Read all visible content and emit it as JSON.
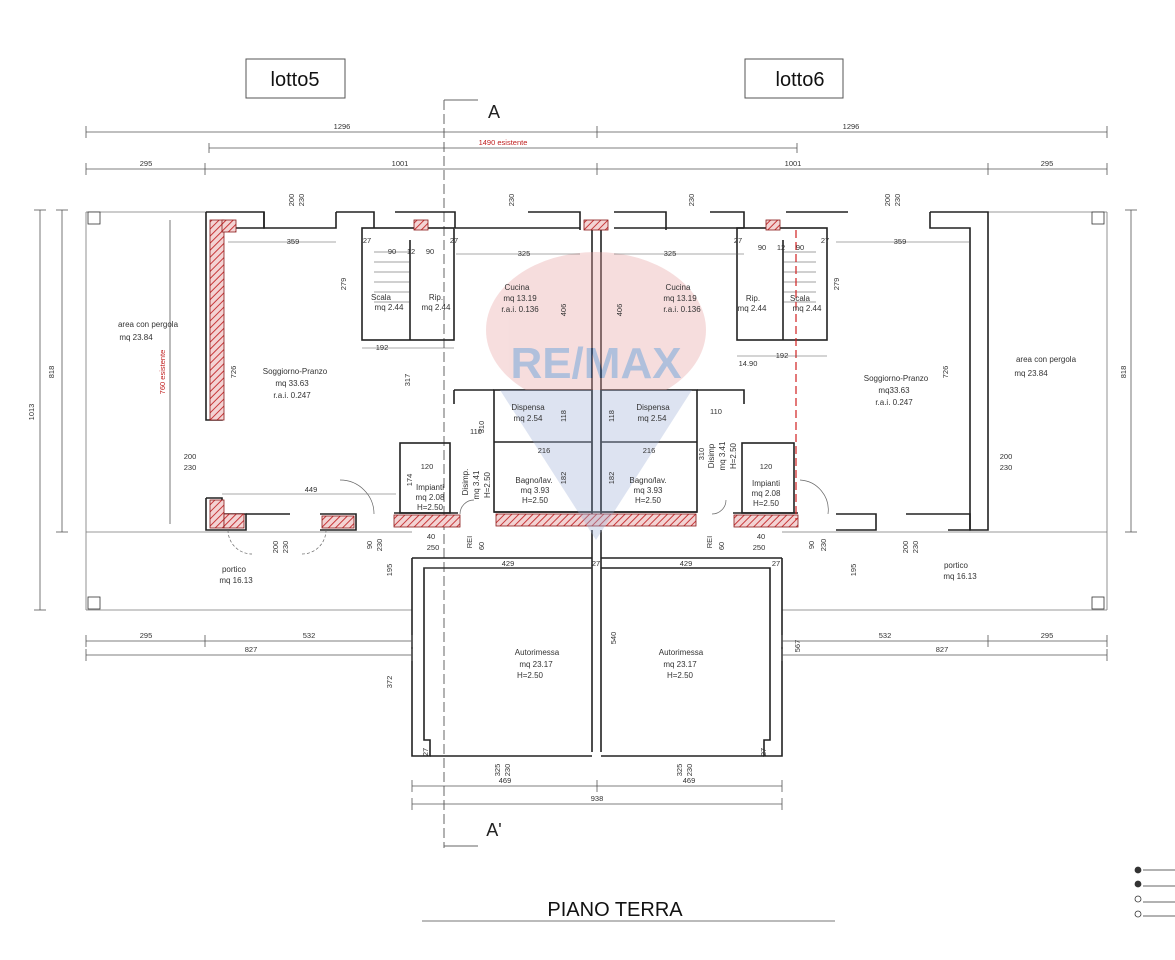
{
  "header": {
    "lot_left": "lotto5",
    "lot_right": "lotto6",
    "section_top": "A",
    "section_bottom": "A'"
  },
  "plan_title": "PIANO TERRA",
  "top_dims": {
    "half_left": "1296",
    "half_right": "1296",
    "existing": "1490 esistente",
    "side_left": "295",
    "mid_left": "1001",
    "mid_right": "1001",
    "side_right": "295"
  },
  "side_dims": {
    "total_left": "1013",
    "left_818": "818",
    "right_818": "818",
    "existing_760": "760 esistente"
  },
  "bottom_dims": {
    "left_295": "295",
    "left_532": "532",
    "left_827": "827",
    "right_532": "532",
    "right_295": "295",
    "right_827": "827",
    "left_469": "469",
    "right_469": "469",
    "total_938": "938"
  },
  "rooms": {
    "pergola_left": {
      "name": "area con pergola",
      "area": "mq 23.84"
    },
    "pergola_right": {
      "name": "area con pergola",
      "area": "mq 23.84"
    },
    "soggiorno_left": {
      "name": "Soggiorno-Pranzo",
      "area": "mq 33.63",
      "rai": "r.a.i. 0.247"
    },
    "soggiorno_right": {
      "name": "Soggiorno-Pranzo",
      "area": "mq33.63",
      "rai": "r.a.i. 0.247"
    },
    "cucina_left": {
      "name": "Cucina",
      "area": "mq 13.19",
      "rai": "r.a.i. 0.136"
    },
    "cucina_right": {
      "name": "Cucina",
      "area": "mq 13.19",
      "rai": "r.a.i. 0.136"
    },
    "scala_left": {
      "name": "Scala",
      "area": "mq 2.44"
    },
    "rip_left": {
      "name": "Rip.",
      "area": "mq 2.44"
    },
    "rip_right": {
      "name": "Rip.",
      "area": "mq 2.44"
    },
    "scala_right": {
      "name": "Scala",
      "area": "mq 2.44"
    },
    "dispensa_left": {
      "name": "Dispensa",
      "area": "mq 2.54"
    },
    "dispensa_right": {
      "name": "Dispensa",
      "area": "mq 2.54"
    },
    "bagno_left": {
      "name": "Bagno/lav.",
      "area": "mq 3.93",
      "h": "H=2.50"
    },
    "bagno_right": {
      "name": "Bagno/lav.",
      "area": "mq 3.93",
      "h": "H=2.50"
    },
    "impianti_left": {
      "name": "Impianti",
      "area": "mq 2.08",
      "h": "H=2.50"
    },
    "impianti_right": {
      "name": "Impianti",
      "area": "mq 2.08",
      "h": "H=2.50"
    },
    "disimp_left": {
      "name": "Disimp.",
      "area": "mq 3.41",
      "h": "H=2.50"
    },
    "disimp_right": {
      "name": "Disimp",
      "area": "mq 3.41",
      "h": "H=2.50"
    },
    "portico_left": {
      "name": "portico",
      "area": "mq 16.13"
    },
    "portico_right": {
      "name": "portico",
      "area": "mq 16.13"
    },
    "autorimessa_left": {
      "name": "Autorimessa",
      "area": "mq 23.17",
      "h": "H=2.50"
    },
    "autorimessa_right": {
      "name": "Autorimessa",
      "area": "mq 23.17",
      "h": "H=2.50"
    }
  },
  "inner_dims": {
    "d359": "359",
    "d325": "325",
    "d192": "192",
    "d449": "449",
    "d120": "120",
    "d110": "110",
    "d216": "216",
    "d429": "429",
    "d726": "726",
    "d279": "279",
    "d317": "317",
    "d406": "406",
    "d118": "118",
    "d182": "182",
    "d310": "310",
    "d200": "200",
    "d230": "230",
    "d27": "27",
    "d90": "90",
    "d12": "12",
    "d40": "40",
    "d250": "250",
    "d60": "60",
    "d174": "174",
    "d195": "195",
    "d372": "372",
    "d540": "540",
    "d567": "567",
    "d1490": "14.90",
    "rei": "REI"
  },
  "watermark": {
    "text": "RE/MAX",
    "color": "#1f4e9c",
    "accent": "#d63b3b"
  },
  "colors": {
    "wall_hatch": "#c8383a",
    "red_line": "#d02020"
  },
  "legend_icons": [
    "filled-dot-icon",
    "filled-dot-icon",
    "open-dot-icon",
    "open-dot-icon"
  ]
}
